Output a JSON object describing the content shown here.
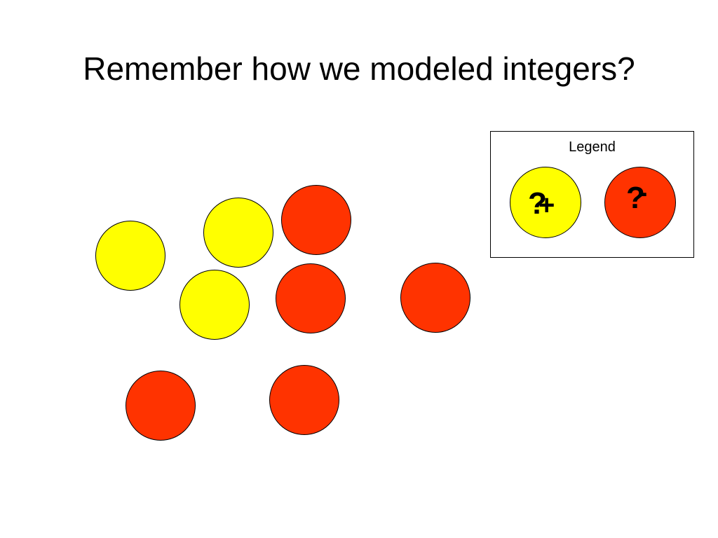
{
  "slide": {
    "title": "Remember how we modeled integers?"
  },
  "colors": {
    "positive": "#ffff00",
    "negative": "#ff3300",
    "outline": "#000000",
    "background": "#ffffff"
  },
  "counters": {
    "positive_count": 3,
    "negative_count": 5
  },
  "legend": {
    "title": "Legend",
    "items": [
      {
        "kind": "positive",
        "glyph": "?",
        "sign": "+"
      },
      {
        "kind": "negative",
        "glyph": "?",
        "sign": "-"
      }
    ]
  }
}
